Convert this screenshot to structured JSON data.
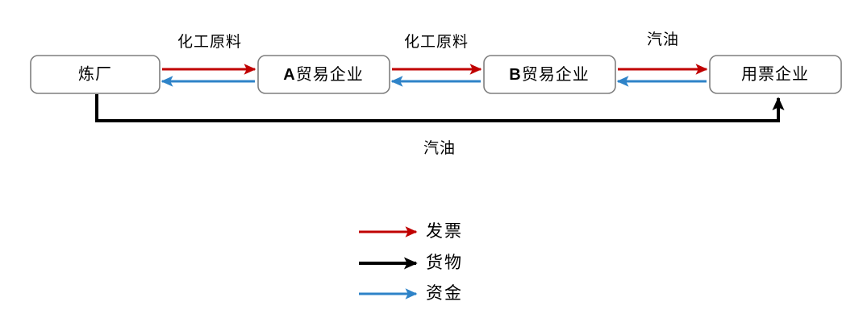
{
  "diagram": {
    "title": "",
    "colors": {
      "invoice": "#c00000",
      "goods": "#000000",
      "money": "#2e83c8",
      "node_border": "#7f7f7f",
      "node_fill": "#ffffff",
      "background": "#ffffff"
    },
    "nodes": [
      {
        "id": "refinery",
        "label": "炼厂",
        "bold_prefix": ""
      },
      {
        "id": "trader-a",
        "label": "贸易企业",
        "bold_prefix": "A"
      },
      {
        "id": "trader-b",
        "label": "贸易企业",
        "bold_prefix": "B"
      },
      {
        "id": "invoice-user",
        "label": "用票企业",
        "bold_prefix": ""
      }
    ],
    "edge_labels": [
      {
        "id": "label-refinery-a",
        "text": "化工原料"
      },
      {
        "id": "label-a-b",
        "text": "化工原料"
      },
      {
        "id": "label-b-user",
        "text": "汽油"
      },
      {
        "id": "label-goods-bottom",
        "text": "汽油"
      }
    ],
    "edges": [
      {
        "id": "refinery-to-a-invoice",
        "from": "refinery",
        "to": "trader-a",
        "type": "invoice",
        "label": "化工原料"
      },
      {
        "id": "a-to-refinery-money",
        "from": "trader-a",
        "to": "refinery",
        "type": "money",
        "label": ""
      },
      {
        "id": "a-to-b-invoice",
        "from": "trader-a",
        "to": "trader-b",
        "type": "invoice",
        "label": "化工原料"
      },
      {
        "id": "b-to-a-money",
        "from": "trader-b",
        "to": "trader-a",
        "type": "money",
        "label": ""
      },
      {
        "id": "b-to-user-invoice",
        "from": "trader-b",
        "to": "invoice-user",
        "type": "invoice",
        "label": "汽油"
      },
      {
        "id": "user-to-b-money",
        "from": "invoice-user",
        "to": "trader-b",
        "type": "money",
        "label": ""
      },
      {
        "id": "refinery-to-user-goods",
        "from": "refinery",
        "to": "invoice-user",
        "type": "goods",
        "label": "汽油"
      }
    ]
  },
  "legend": {
    "items": [
      {
        "id": "legend-invoice",
        "label": "发票",
        "color": "#c00000"
      },
      {
        "id": "legend-goods",
        "label": "货物",
        "color": "#000000"
      },
      {
        "id": "legend-money",
        "label": "资金",
        "color": "#2e83c8"
      }
    ]
  }
}
